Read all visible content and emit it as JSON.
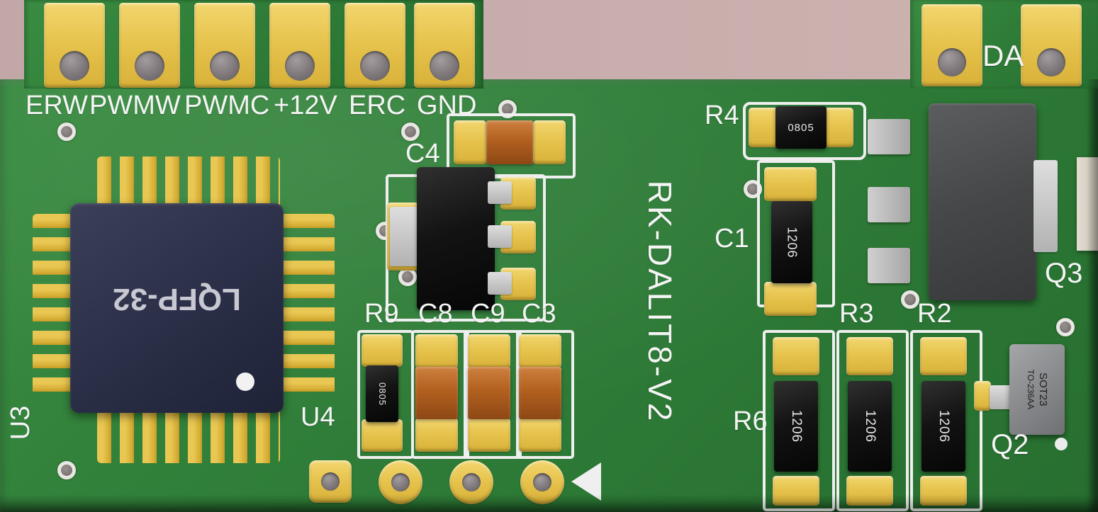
{
  "board": {
    "title": "RK-DALIT8-V2",
    "colors": {
      "board_green": "#2f7d38",
      "background_pink": "#c6abab",
      "pad_gold": "#e7c44e",
      "silkscreen_white": "#f4f4f4",
      "chip_black": "#131313",
      "capacitor_orange": "#b2601f",
      "ic_navy": "#2c3049",
      "transistor_gray": "#464749"
    }
  },
  "connectors": {
    "labels": [
      "ERW",
      "PWMW",
      "PWMC",
      "+12V",
      "ERC",
      "GND"
    ],
    "da": "DA"
  },
  "ic": {
    "package": "LQFP-32",
    "ref_u3": "U3",
    "ref_u4": "U4"
  },
  "refs": {
    "r4": "R4",
    "c4": "C4",
    "c1": "C1",
    "q3": "Q3",
    "r9": "R9",
    "c8": "C8",
    "c9": "C9",
    "c3": "C3",
    "r3": "R3",
    "r2": "R2",
    "r6": "R6",
    "q2": "Q2"
  },
  "markings": {
    "r4": "0805",
    "r9": "0805",
    "c1": "1206",
    "r6_1": "1206",
    "r6_2": "1206",
    "r6_3": "1206",
    "q2_type": "SOT23",
    "q2_pkg": "TO-236AA"
  }
}
